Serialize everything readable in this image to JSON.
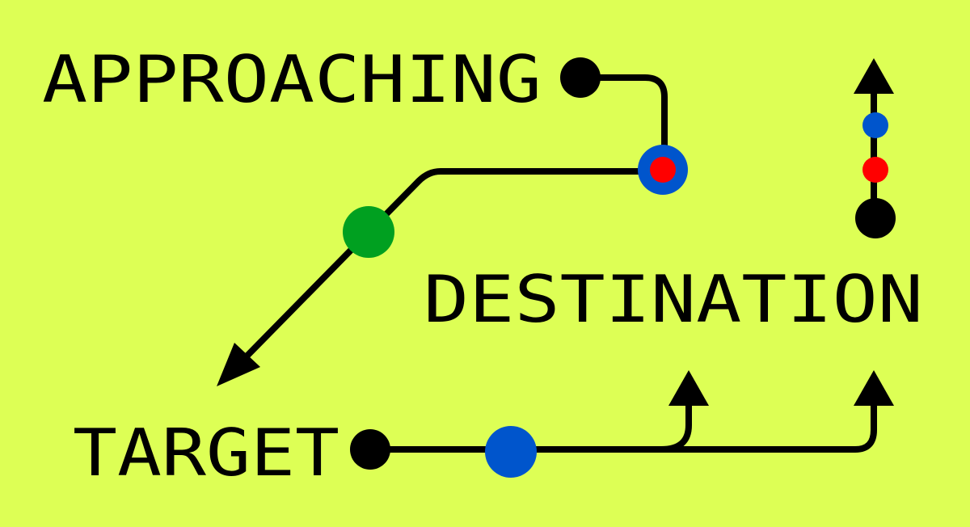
{
  "labels": {
    "approaching": "APPROACHING",
    "destination": "DESTINATION",
    "target": "TARGET"
  },
  "colors": {
    "background": "#DDFF55",
    "line": "#000000",
    "blue": "#0055CC",
    "red": "#FF0000",
    "green": "#00A020"
  }
}
